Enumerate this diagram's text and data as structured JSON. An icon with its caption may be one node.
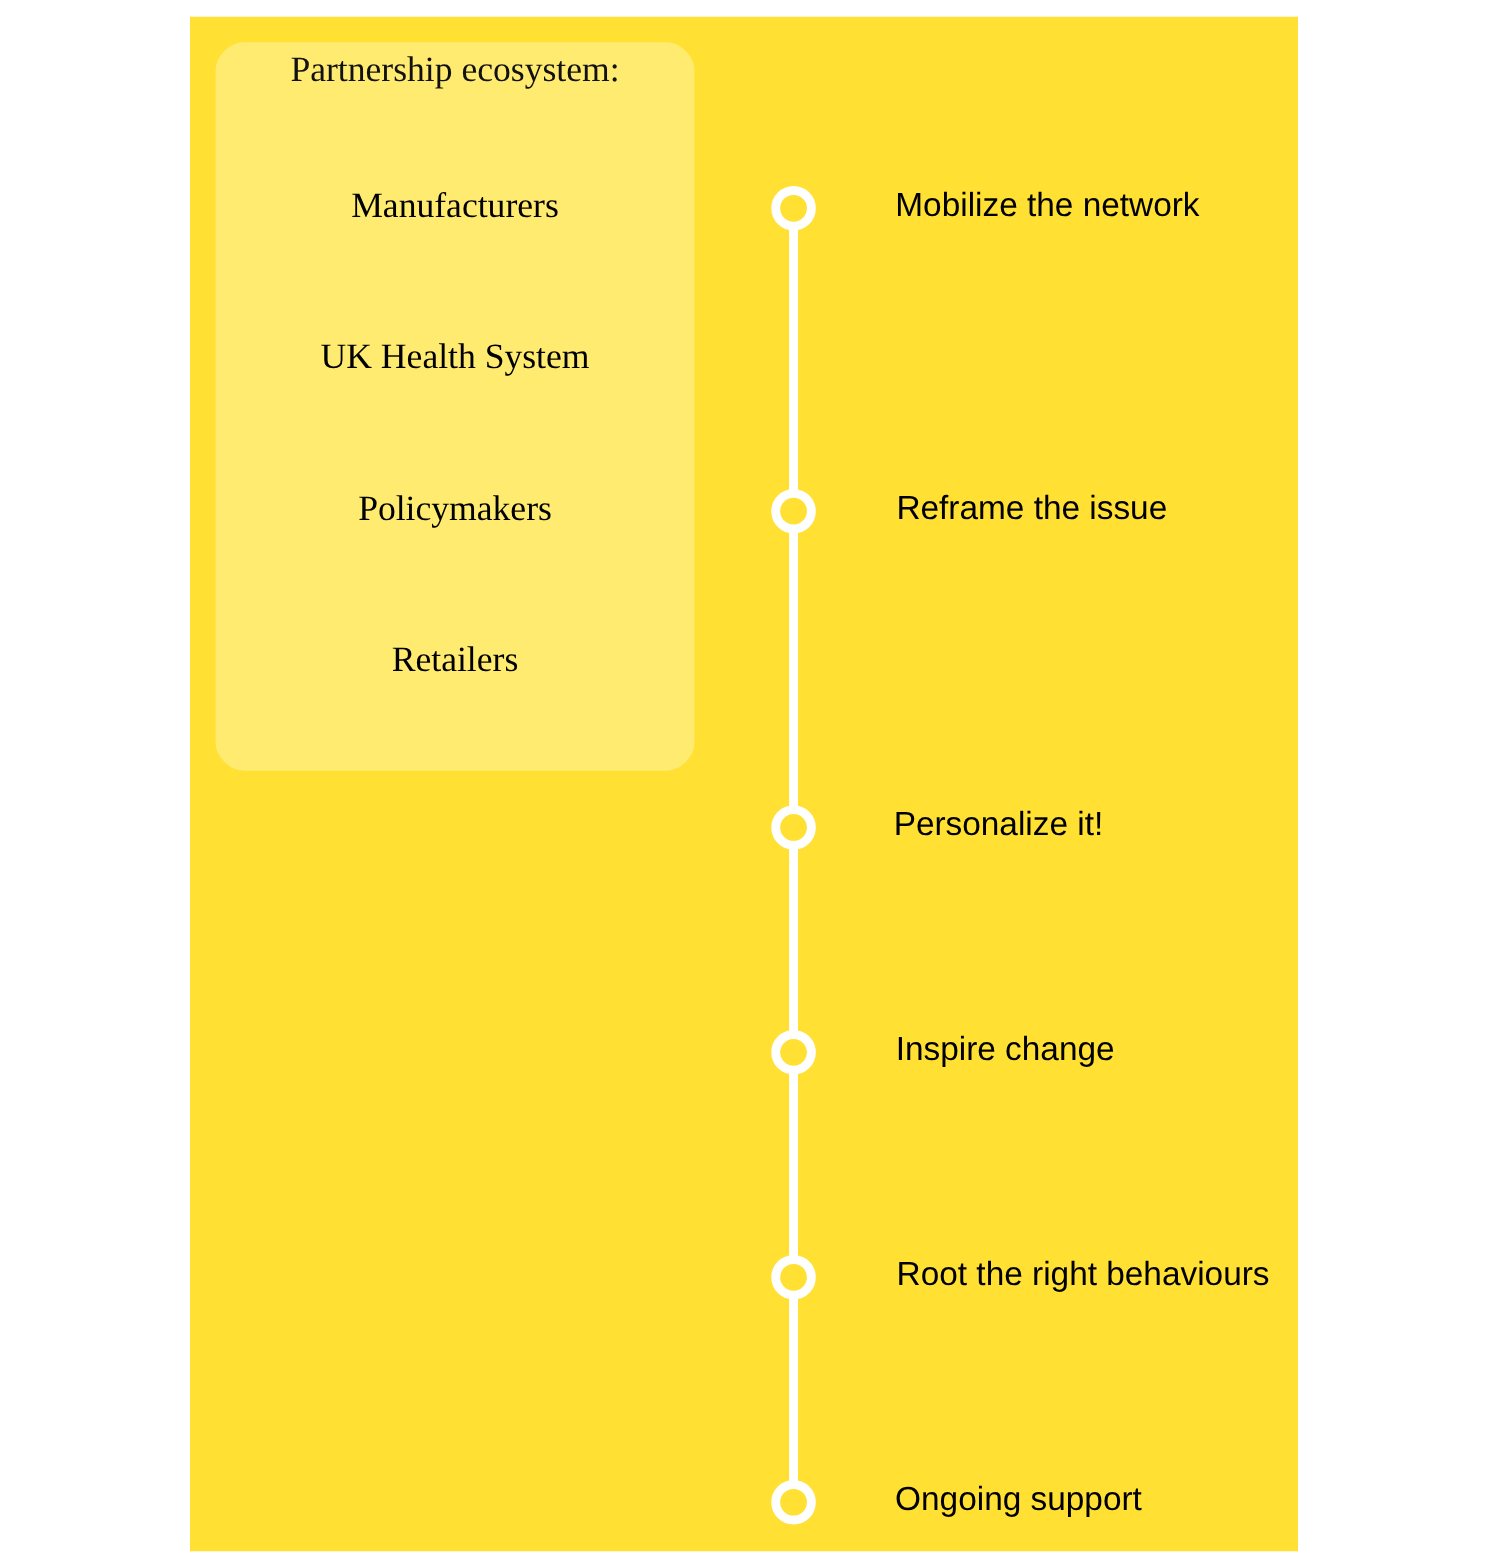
{
  "diagram": {
    "nodes": [
      {
        "text": [
          "Partnership ecosystem:"
        ]
      },
      {
        "text": [
          "Manufacturers"
        ],
        "in": 0
      },
      {
        "text": [
          "UK Health System"
        ],
        "in": 0
      },
      {
        "text": [
          "Policymakers"
        ],
        "in": 0
      },
      {
        "text": [
          "Retailers"
        ],
        "in": 0
      },
      {
        "text": [],
        "shape": "circle",
        "beside": [
          "Mobilize the network"
        ]
      },
      {
        "text": [],
        "shape": "circle",
        "beside": [
          "Reframe the issue"
        ]
      },
      {
        "text": [],
        "shape": "circle",
        "beside": [
          "Personalize it!"
        ]
      },
      {
        "text": [],
        "shape": "circle",
        "beside": [
          "Inspire change"
        ]
      },
      {
        "text": [],
        "shape": "circle",
        "beside": [
          "Root the right behaviours"
        ]
      },
      {
        "text": [],
        "shape": "circle",
        "beside": [
          "Ongoing support"
        ]
      }
    ],
    "edges": [
      {
        "from": 5,
        "to": 6,
        "arrow": "none"
      },
      {
        "from": 6,
        "to": 7,
        "arrow": "none"
      },
      {
        "from": 7,
        "to": 8,
        "arrow": "none"
      },
      {
        "from": 8,
        "to": 9,
        "arrow": "none"
      },
      {
        "from": 9,
        "to": 10,
        "arrow": "none"
      }
    ]
  }
}
